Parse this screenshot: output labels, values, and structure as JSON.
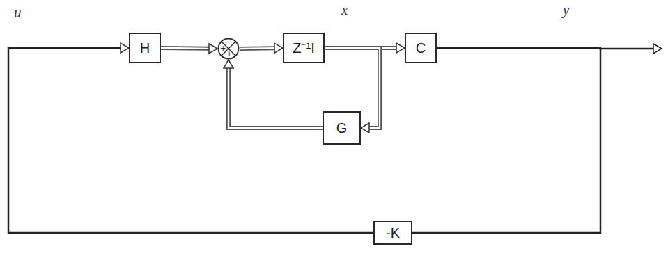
{
  "diagram": {
    "nodes": [
      {
        "text": [
          "H"
        ]
      },
      {
        "text": [
          "+",
          "+"
        ]
      },
      {
        "text": [
          "Z⁻¹I"
        ]
      },
      {
        "text": [
          "C"
        ]
      },
      {
        "text": [
          "G"
        ]
      },
      {
        "text": [
          "-K"
        ]
      }
    ],
    "edges": [
      {
        "from": 0,
        "to": 1,
        "arrow": "to"
      },
      {
        "from": 1,
        "to": 2,
        "arrow": "to"
      },
      {
        "from": 2,
        "to": 3,
        "arrow": "to"
      },
      {
        "from": 2,
        "to": 4,
        "arrow": "to"
      },
      {
        "from": 4,
        "to": 1,
        "arrow": "to"
      },
      {
        "from": 3,
        "to": 5,
        "arrow": "none"
      },
      {
        "from": 5,
        "to": 0,
        "arrow": "to"
      }
    ],
    "labels": [
      "u",
      "x",
      "y"
    ]
  }
}
